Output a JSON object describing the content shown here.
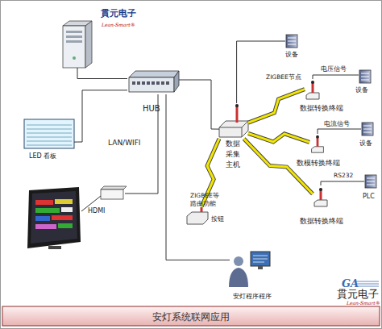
{
  "diagram": {
    "title": "安灯系统联网应用",
    "nodes": [
      {
        "text": [
          "貫元电子",
          "Lean-Smart®"
        ]
      },
      {
        "text": [
          "HUB"
        ]
      },
      {
        "text": [
          "LED 看板"
        ]
      },
      {
        "text": [
          "HDMI"
        ]
      },
      {
        "text": [
          "数据采集主机"
        ]
      },
      {
        "text": [
          "设备"
        ]
      },
      {
        "text": [
          "数据转换终端"
        ]
      },
      {
        "text": [
          "设备"
        ]
      },
      {
        "text": [
          "数模转换终端"
        ]
      },
      {
        "text": [
          "设备"
        ]
      },
      {
        "text": [
          "数据转换终端"
        ]
      },
      {
        "text": [
          "PLC"
        ]
      },
      {
        "text": [
          "ZIGBEE等路由功能",
          "按钮"
        ]
      },
      {
        "text": [
          "安灯程序程序"
        ]
      }
    ],
    "edges": [
      {
        "from": 0,
        "to": 1,
        "arrow": "none"
      },
      {
        "from": 1,
        "to": 2,
        "arrow": "none"
      },
      {
        "from": 1,
        "to": 3,
        "label": "LAN/WIFI",
        "arrow": "none"
      },
      {
        "from": 1,
        "to": 4,
        "arrow": "none"
      },
      {
        "from": 1,
        "to": 13,
        "arrow": "none"
      },
      {
        "from": 4,
        "to": 5,
        "arrow": "none"
      },
      {
        "from": 4,
        "to": 6,
        "arrow": "none"
      },
      {
        "from": 4,
        "to": 8,
        "arrow": "none"
      },
      {
        "from": 4,
        "to": 10,
        "arrow": "none"
      },
      {
        "from": 4,
        "to": 12,
        "arrow": "none"
      },
      {
        "from": 6,
        "to": 7,
        "label": "电压信号",
        "arrow": "none"
      },
      {
        "from": 8,
        "to": 9,
        "label": "电流信号",
        "arrow": "none"
      },
      {
        "from": 10,
        "to": 11,
        "label": "RS232",
        "arrow": "none"
      }
    ],
    "labels": [
      "ZIGBEE节点",
      "GA",
      "貫元电子",
      "Lean-Smart®"
    ]
  }
}
